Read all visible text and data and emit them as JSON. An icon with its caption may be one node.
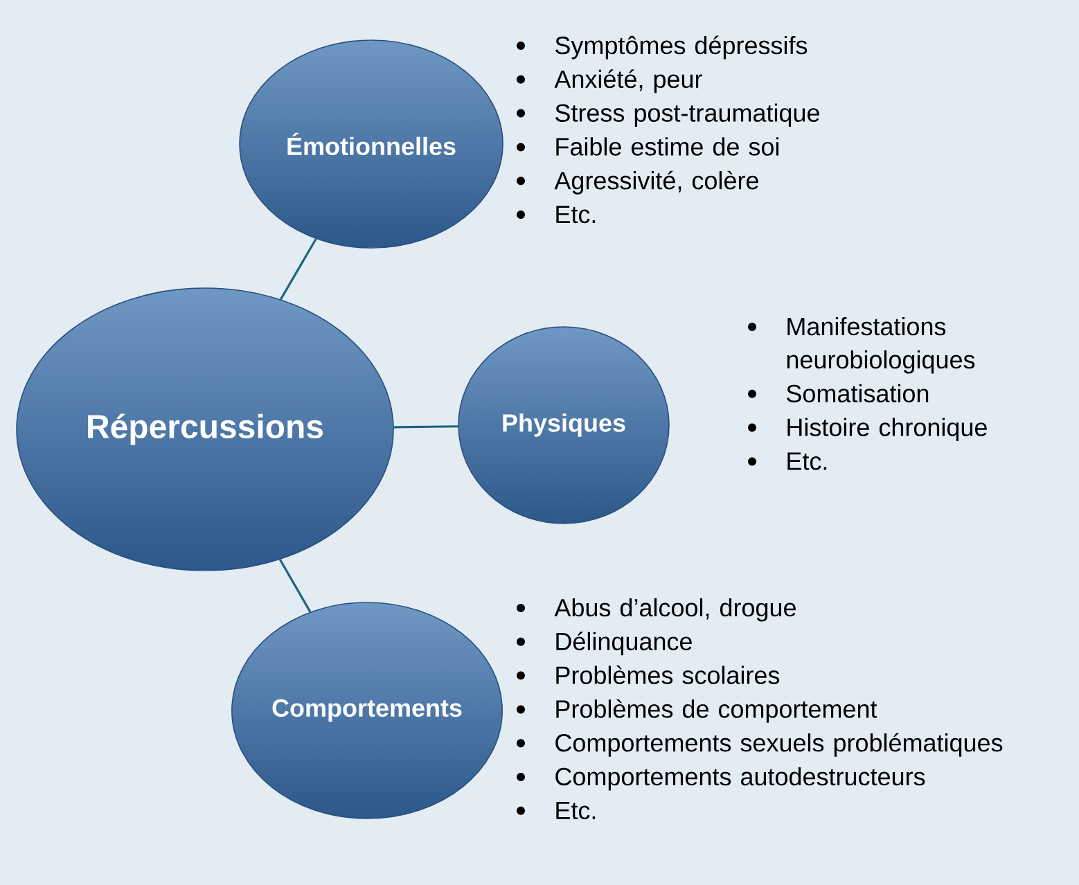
{
  "diagram": {
    "nodes": [
      {
        "text": [
          "Répercussions"
        ]
      },
      {
        "text": [
          "Émotionnelles"
        ],
        "beside": [
          "Symptômes dépressifs",
          "Anxiété, peur",
          "Stress post-traumatique",
          "Faible estime de soi",
          "Agressivité, colère",
          "Etc."
        ]
      },
      {
        "text": [
          "Physiques"
        ],
        "beside": [
          "Manifestations neurobiologiques",
          "Somatisation",
          "Histoire chronique",
          "Etc."
        ]
      },
      {
        "text": [
          "Comportements"
        ],
        "beside": [
          "Abus d’alcool, drogue",
          "Délinquance",
          "Problèmes scolaires",
          "Problèmes de comportement",
          "Comportements sexuels problématiques",
          "Comportements autodestructeurs",
          "Etc."
        ]
      }
    ],
    "edges": [
      {
        "from": 0,
        "to": 1,
        "arrow": "none"
      },
      {
        "from": 0,
        "to": 2,
        "arrow": "none"
      },
      {
        "from": 0,
        "to": 3,
        "arrow": "none"
      }
    ]
  }
}
